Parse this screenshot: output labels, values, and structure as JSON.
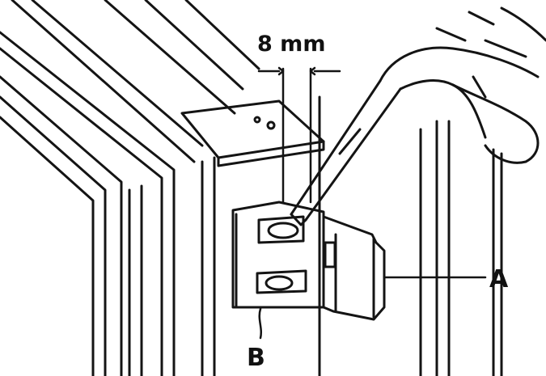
{
  "dimension": {
    "text": "8 mm"
  },
  "callouts": [
    {
      "id": "A",
      "text": "A"
    },
    {
      "id": "B",
      "text": "B"
    }
  ],
  "colors": {
    "ink": "#141414",
    "background": "#ffffff"
  }
}
